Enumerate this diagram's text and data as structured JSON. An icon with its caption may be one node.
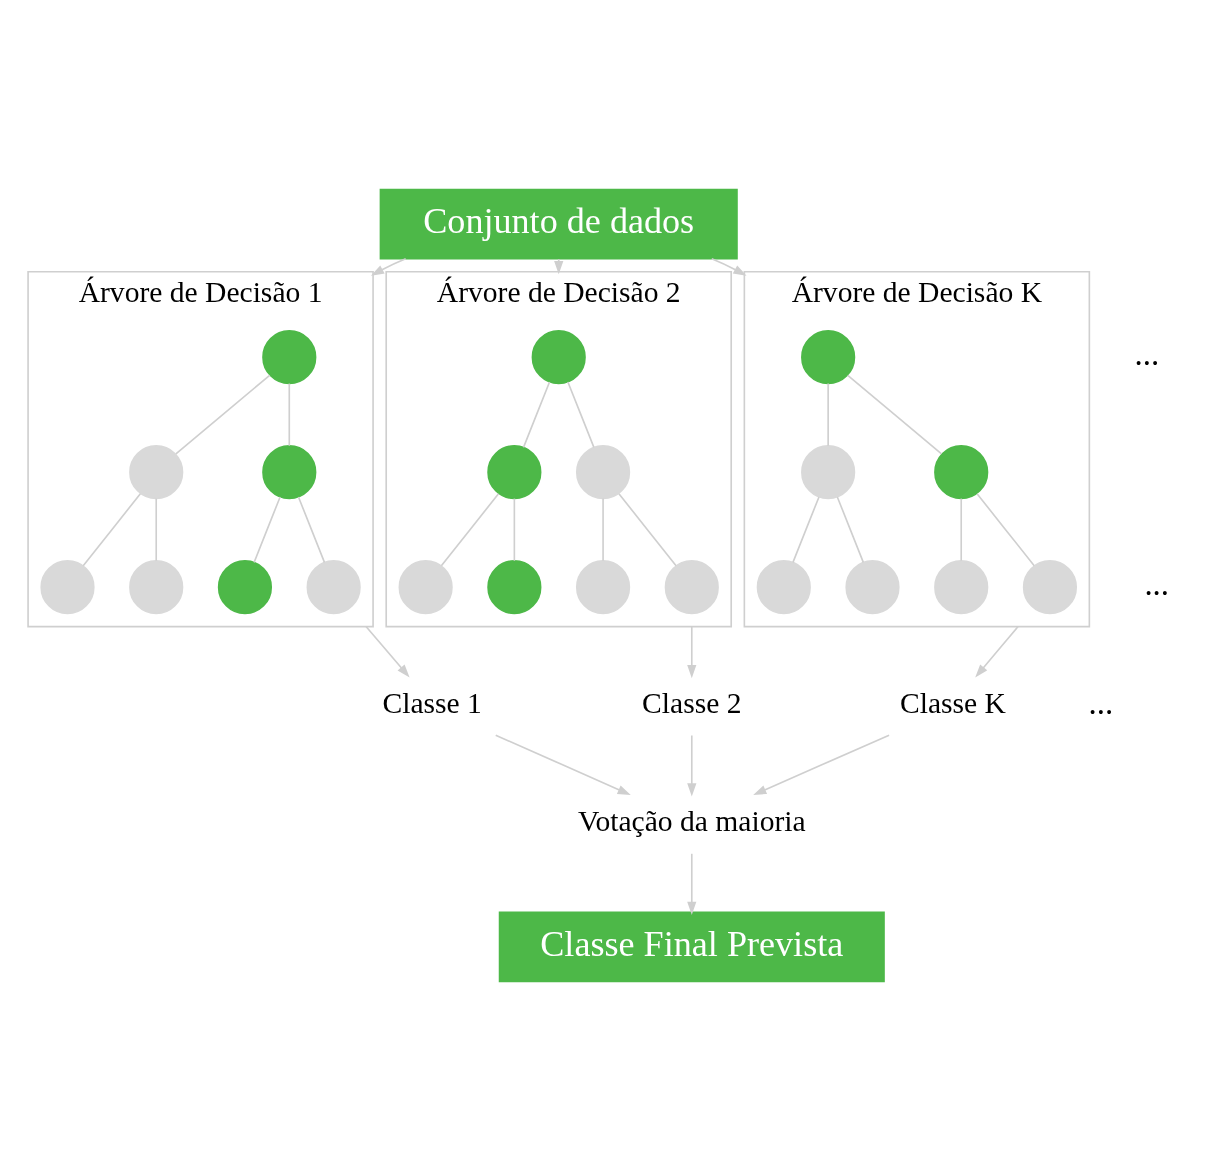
{
  "diagram": {
    "nodes": [
      {
        "text": [
          "Conjunto de dados"
        ]
      },
      {
        "text": [
          "Árvore de Decisão 1"
        ]
      },
      {
        "text": [],
        "shape": "circle",
        "in": 1
      },
      {
        "text": [],
        "shape": "circle",
        "in": 1
      },
      {
        "text": [],
        "shape": "circle",
        "in": 1
      },
      {
        "text": [],
        "shape": "circle",
        "in": 1
      },
      {
        "text": [],
        "shape": "circle",
        "in": 1
      },
      {
        "text": [],
        "shape": "circle",
        "in": 1
      },
      {
        "text": [],
        "shape": "circle",
        "in": 1
      },
      {
        "text": [
          "Árvore de Decisão 2"
        ]
      },
      {
        "text": [],
        "shape": "circle",
        "in": 9
      },
      {
        "text": [],
        "shape": "circle",
        "in": 9
      },
      {
        "text": [],
        "shape": "circle",
        "in": 9
      },
      {
        "text": [],
        "shape": "circle",
        "in": 9
      },
      {
        "text": [],
        "shape": "circle",
        "in": 9
      },
      {
        "text": [],
        "shape": "circle",
        "in": 9
      },
      {
        "text": [],
        "shape": "circle",
        "in": 9
      },
      {
        "text": [
          "Árvore de Decisão K"
        ]
      },
      {
        "text": [],
        "shape": "circle",
        "in": 17
      },
      {
        "text": [],
        "shape": "circle",
        "in": 17
      },
      {
        "text": [],
        "shape": "circle",
        "in": 17
      },
      {
        "text": [],
        "shape": "circle",
        "in": 17
      },
      {
        "text": [],
        "shape": "circle",
        "in": 17
      },
      {
        "text": [],
        "shape": "circle",
        "in": 17
      },
      {
        "text": [],
        "shape": "circle",
        "in": 17
      },
      {
        "text": [
          "Classe 1"
        ]
      },
      {
        "text": [
          "Classe 2"
        ]
      },
      {
        "text": [
          "Classe K"
        ]
      },
      {
        "text": [
          "Votação da maioria"
        ]
      },
      {
        "text": [
          "Classe Final Prevista"
        ]
      }
    ],
    "edges": [
      {
        "from": 0,
        "to": 1,
        "arrow": "to"
      },
      {
        "from": 0,
        "to": 9,
        "arrow": "to"
      },
      {
        "from": 0,
        "to": 17,
        "arrow": "to"
      },
      {
        "from": 2,
        "to": 3,
        "arrow": "none"
      },
      {
        "from": 2,
        "to": 4,
        "arrow": "none"
      },
      {
        "from": 3,
        "to": 5,
        "arrow": "none"
      },
      {
        "from": 3,
        "to": 6,
        "arrow": "none"
      },
      {
        "from": 4,
        "to": 7,
        "arrow": "none"
      },
      {
        "from": 4,
        "to": 8,
        "arrow": "none"
      },
      {
        "from": 10,
        "to": 11,
        "arrow": "none"
      },
      {
        "from": 10,
        "to": 12,
        "arrow": "none"
      },
      {
        "from": 11,
        "to": 13,
        "arrow": "none"
      },
      {
        "from": 11,
        "to": 14,
        "arrow": "none"
      },
      {
        "from": 12,
        "to": 15,
        "arrow": "none"
      },
      {
        "from": 12,
        "to": 16,
        "arrow": "none"
      },
      {
        "from": 18,
        "to": 19,
        "arrow": "none"
      },
      {
        "from": 18,
        "to": 20,
        "arrow": "none"
      },
      {
        "from": 19,
        "to": 21,
        "arrow": "none"
      },
      {
        "from": 19,
        "to": 22,
        "arrow": "none"
      },
      {
        "from": 20,
        "to": 23,
        "arrow": "none"
      },
      {
        "from": 20,
        "to": 24,
        "arrow": "none"
      },
      {
        "from": 1,
        "to": 25,
        "arrow": "to"
      },
      {
        "from": 9,
        "to": 26,
        "arrow": "to"
      },
      {
        "from": 17,
        "to": 27,
        "arrow": "to"
      },
      {
        "from": 25,
        "to": 28,
        "arrow": "to"
      },
      {
        "from": 26,
        "to": 28,
        "arrow": "to"
      },
      {
        "from": 27,
        "to": 28,
        "arrow": "to"
      },
      {
        "from": 28,
        "to": 29,
        "arrow": "to"
      }
    ],
    "labels": [
      "...",
      "...",
      "..."
    ]
  }
}
